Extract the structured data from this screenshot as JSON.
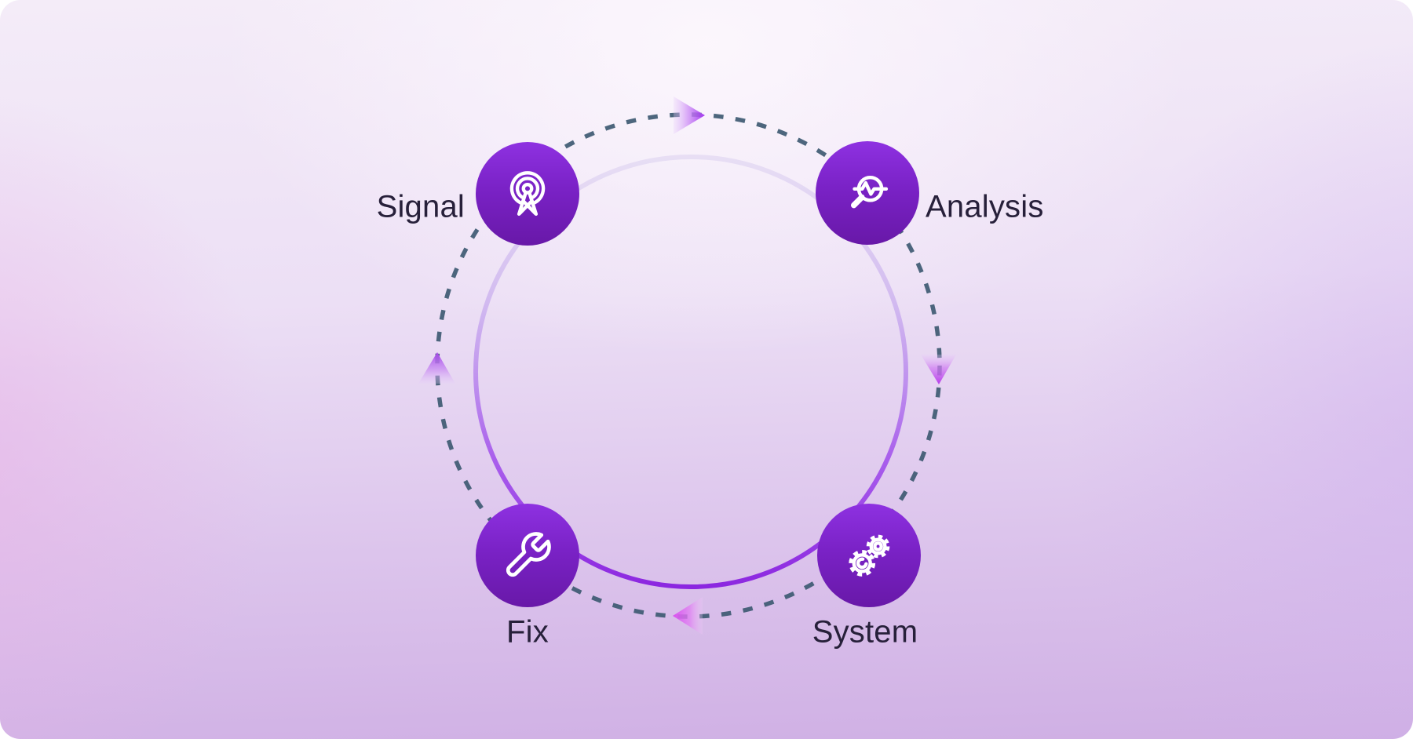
{
  "diagram": {
    "type": "cycle",
    "direction": "clockwise",
    "sequence": [
      "Signal",
      "Analysis",
      "System",
      "Fix"
    ],
    "nodes": {
      "signal": {
        "label": "Signal",
        "icon": "broadcast-antenna-icon",
        "position": "top-left"
      },
      "analysis": {
        "label": "Analysis",
        "icon": "magnifier-waveform-icon",
        "position": "top-right"
      },
      "system": {
        "label": "System",
        "icon": "gears-icon",
        "position": "bottom-right"
      },
      "fix": {
        "label": "Fix",
        "icon": "wrench-icon",
        "position": "bottom-left"
      }
    },
    "colors": {
      "node_gradient_top": "#8e31e1",
      "node_gradient_bottom": "#6818a8",
      "icon_stroke": "#ffffff",
      "dotted_ring": "#3e5a72",
      "inner_ring_bottom": "#8c27e0",
      "inner_ring_top": "#d8cdee",
      "arrow_top_tip": "#a132ef",
      "arrow_right_tip": "#b63bea",
      "arrow_bottom_tip": "#d94df0",
      "arrow_left_tip": "#a546ea",
      "label_text": "#27203a",
      "background_light": "#f6eef9",
      "background_deep": "#cfafe4"
    }
  }
}
